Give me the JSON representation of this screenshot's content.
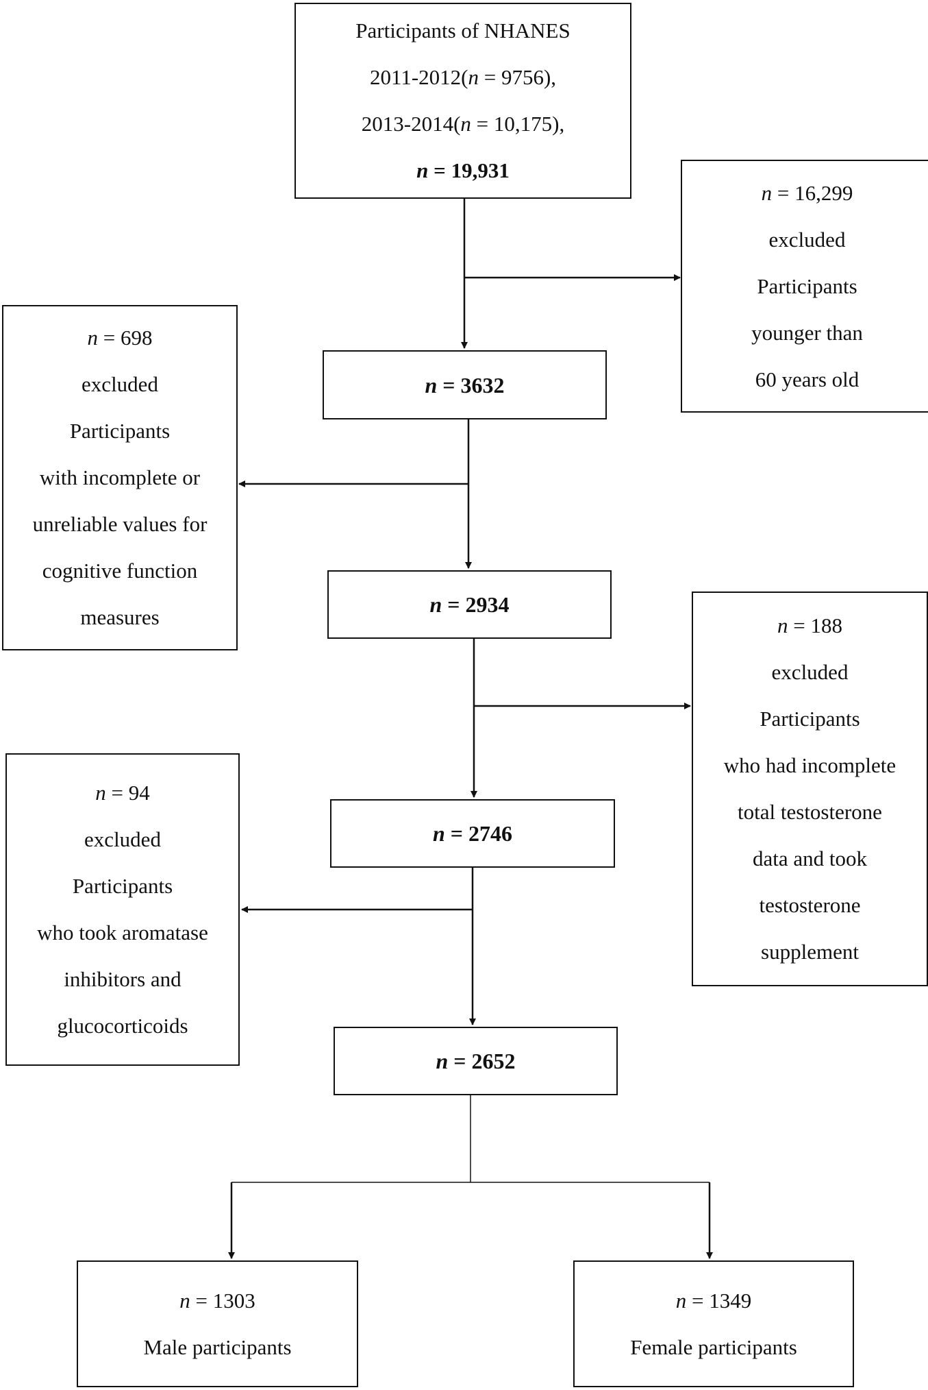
{
  "colors": {
    "line": "#111111",
    "background": "#ffffff"
  },
  "boxes": {
    "start": {
      "line1": "Participants of NHANES",
      "line2_a": "2011-2012(",
      "line2_n": "n",
      "line2_b": " = 9756),",
      "line3_a": "2013-2014(",
      "line3_n": "n",
      "line3_b": " = 10,175),",
      "line4_n": "n",
      "line4_b": " = 19,931"
    },
    "excl_age": {
      "n": "n",
      "count": " = 16,299",
      "line2": "excluded",
      "line3": "Participants",
      "line4": "younger than",
      "line5": "60 years old"
    },
    "step1": {
      "n": "n",
      "count": " = 3632"
    },
    "excl_cog": {
      "n": "n",
      "count": " = 698",
      "line2": "excluded",
      "line3": "Participants",
      "line4": "with incomplete or",
      "line5": "unreliable values for",
      "line6": "cognitive function",
      "line7": "measures"
    },
    "step2": {
      "n": "n",
      "count": " = 2934"
    },
    "excl_testo": {
      "n": "n",
      "count": " = 188",
      "line2": "excluded",
      "line3": "Participants",
      "line4": "who had incomplete",
      "line5": "total testosterone",
      "line6": "data and took",
      "line7": "testosterone",
      "line8": "supplement"
    },
    "step3": {
      "n": "n",
      "count": " = 2746"
    },
    "excl_drug": {
      "n": "n",
      "count": " = 94",
      "line2": "excluded",
      "line3": "Participants",
      "line4": "who took aromatase",
      "line5": "inhibitors and",
      "line6": "glucocorticoids"
    },
    "step4": {
      "n": "n",
      "count": " = 2652"
    },
    "male": {
      "n": "n",
      "count": " = 1303",
      "line2": "Male participants"
    },
    "female": {
      "n": "n",
      "count": " = 1349",
      "line2": "Female participants"
    }
  }
}
